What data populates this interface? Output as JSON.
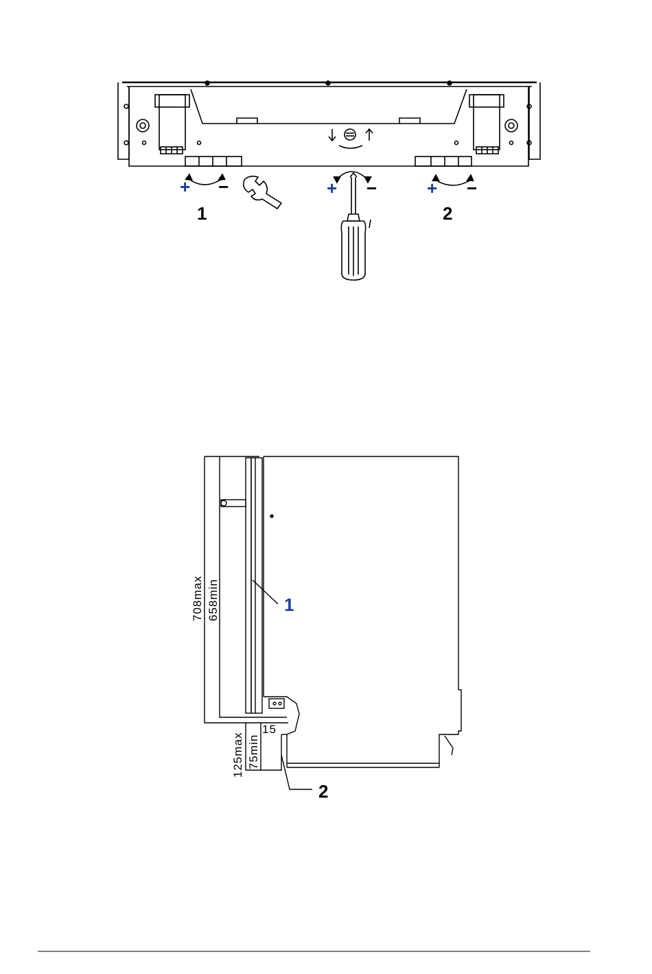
{
  "diagram1": {
    "callouts": {
      "left": "1",
      "right": "2"
    },
    "signs": {
      "plus": "+",
      "minus": "−"
    }
  },
  "diagram2": {
    "callouts": {
      "door": "1",
      "plinth": "2"
    },
    "dimensions": {
      "height_max": "708max",
      "height_min": "658min",
      "plinth_max": "125max",
      "plinth_min": "75min",
      "gap": "15"
    }
  },
  "colors": {
    "line": "#000000",
    "accent": "#1a3fa0",
    "background": "#ffffff"
  }
}
